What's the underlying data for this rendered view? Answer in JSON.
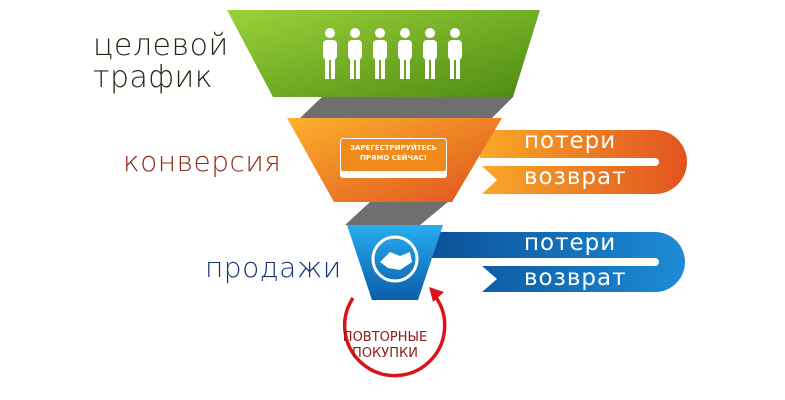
{
  "stages": [
    {
      "label_line1": "целевой",
      "label_line2": "трафик",
      "color": "#6fae1e",
      "icon": "people-icon"
    },
    {
      "label": "конверсия",
      "color": "#f08a1c",
      "button_line1": "ЗАРЕГЕСТРИРУЙТЕСЬ",
      "button_line2": "ПРЯМО СЕЙЧАС!",
      "loss": "потери",
      "return": "возврат"
    },
    {
      "label": "продажи",
      "color": "#1a8ed8",
      "icon": "handshake-icon",
      "loss": "потери",
      "return": "возврат"
    }
  ],
  "repeat": {
    "line1": "ПОВТОРНЫЕ",
    "line2": "ПОКУПКИ",
    "color": "#d9151b"
  }
}
